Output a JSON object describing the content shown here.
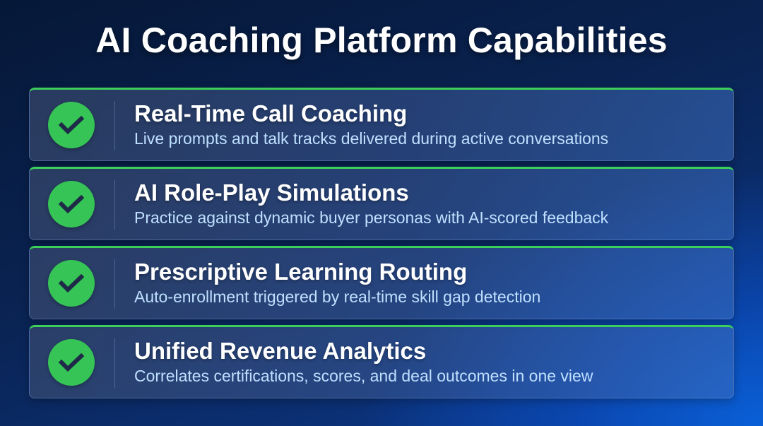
{
  "header": {
    "title": "AI Coaching Platform Capabilities"
  },
  "colors": {
    "accent_green": "#35c455",
    "border_green": "#3ccf5a",
    "title_text": "#ffffff",
    "desc_text": "#bfe0ff",
    "check_mark": "#1e2a48"
  },
  "capabilities": [
    {
      "icon": "check-circle-icon",
      "title": "Real-Time Call Coaching",
      "description": "Live prompts and talk tracks delivered during active conversations"
    },
    {
      "icon": "check-circle-icon",
      "title": "AI Role-Play Simulations",
      "description": "Practice against dynamic buyer personas with AI-scored feedback"
    },
    {
      "icon": "check-circle-icon",
      "title": "Prescriptive Learning Routing",
      "description": "Auto-enrollment triggered by real-time skill gap detection"
    },
    {
      "icon": "check-circle-icon",
      "title": "Unified Revenue Analytics",
      "description": "Correlates certifications, scores, and deal outcomes in one view"
    }
  ]
}
